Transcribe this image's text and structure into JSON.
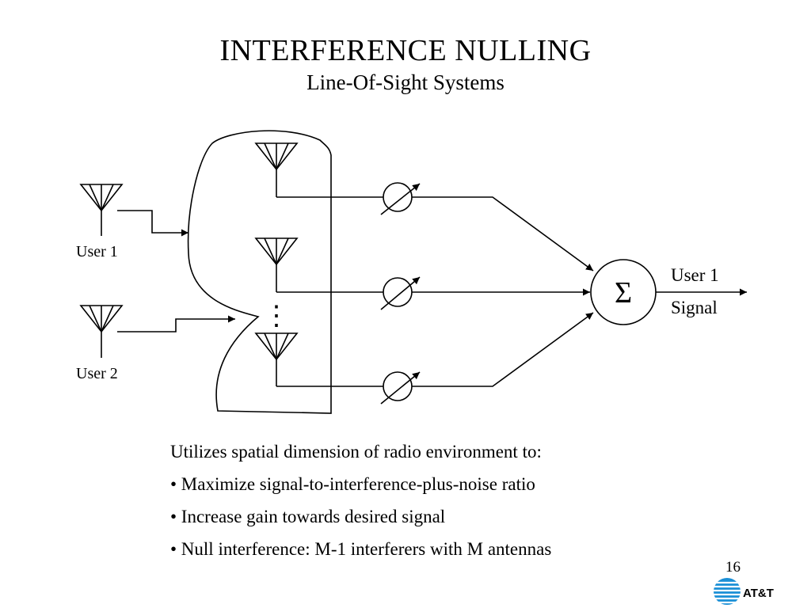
{
  "slide": {
    "title": "INTERFERENCE NULLING",
    "subtitle": "Line-Of-Sight Systems",
    "page_number": "16"
  },
  "diagram": {
    "user1_label": "User 1",
    "user2_label": "User 2",
    "summer_symbol": "Σ",
    "output_label_line1": "User 1",
    "output_label_line2": "Signal",
    "ellipsis": "⋮"
  },
  "bullets": {
    "intro": "Utilizes spatial dimension of radio environment to:",
    "items": [
      "• Maximize signal-to-interference-plus-noise ratio",
      "• Increase gain towards desired signal",
      "• Null interference: M-1 interferers with M antennas"
    ]
  },
  "logo": {
    "text": "AT&T",
    "color": "#1a8fd6"
  }
}
